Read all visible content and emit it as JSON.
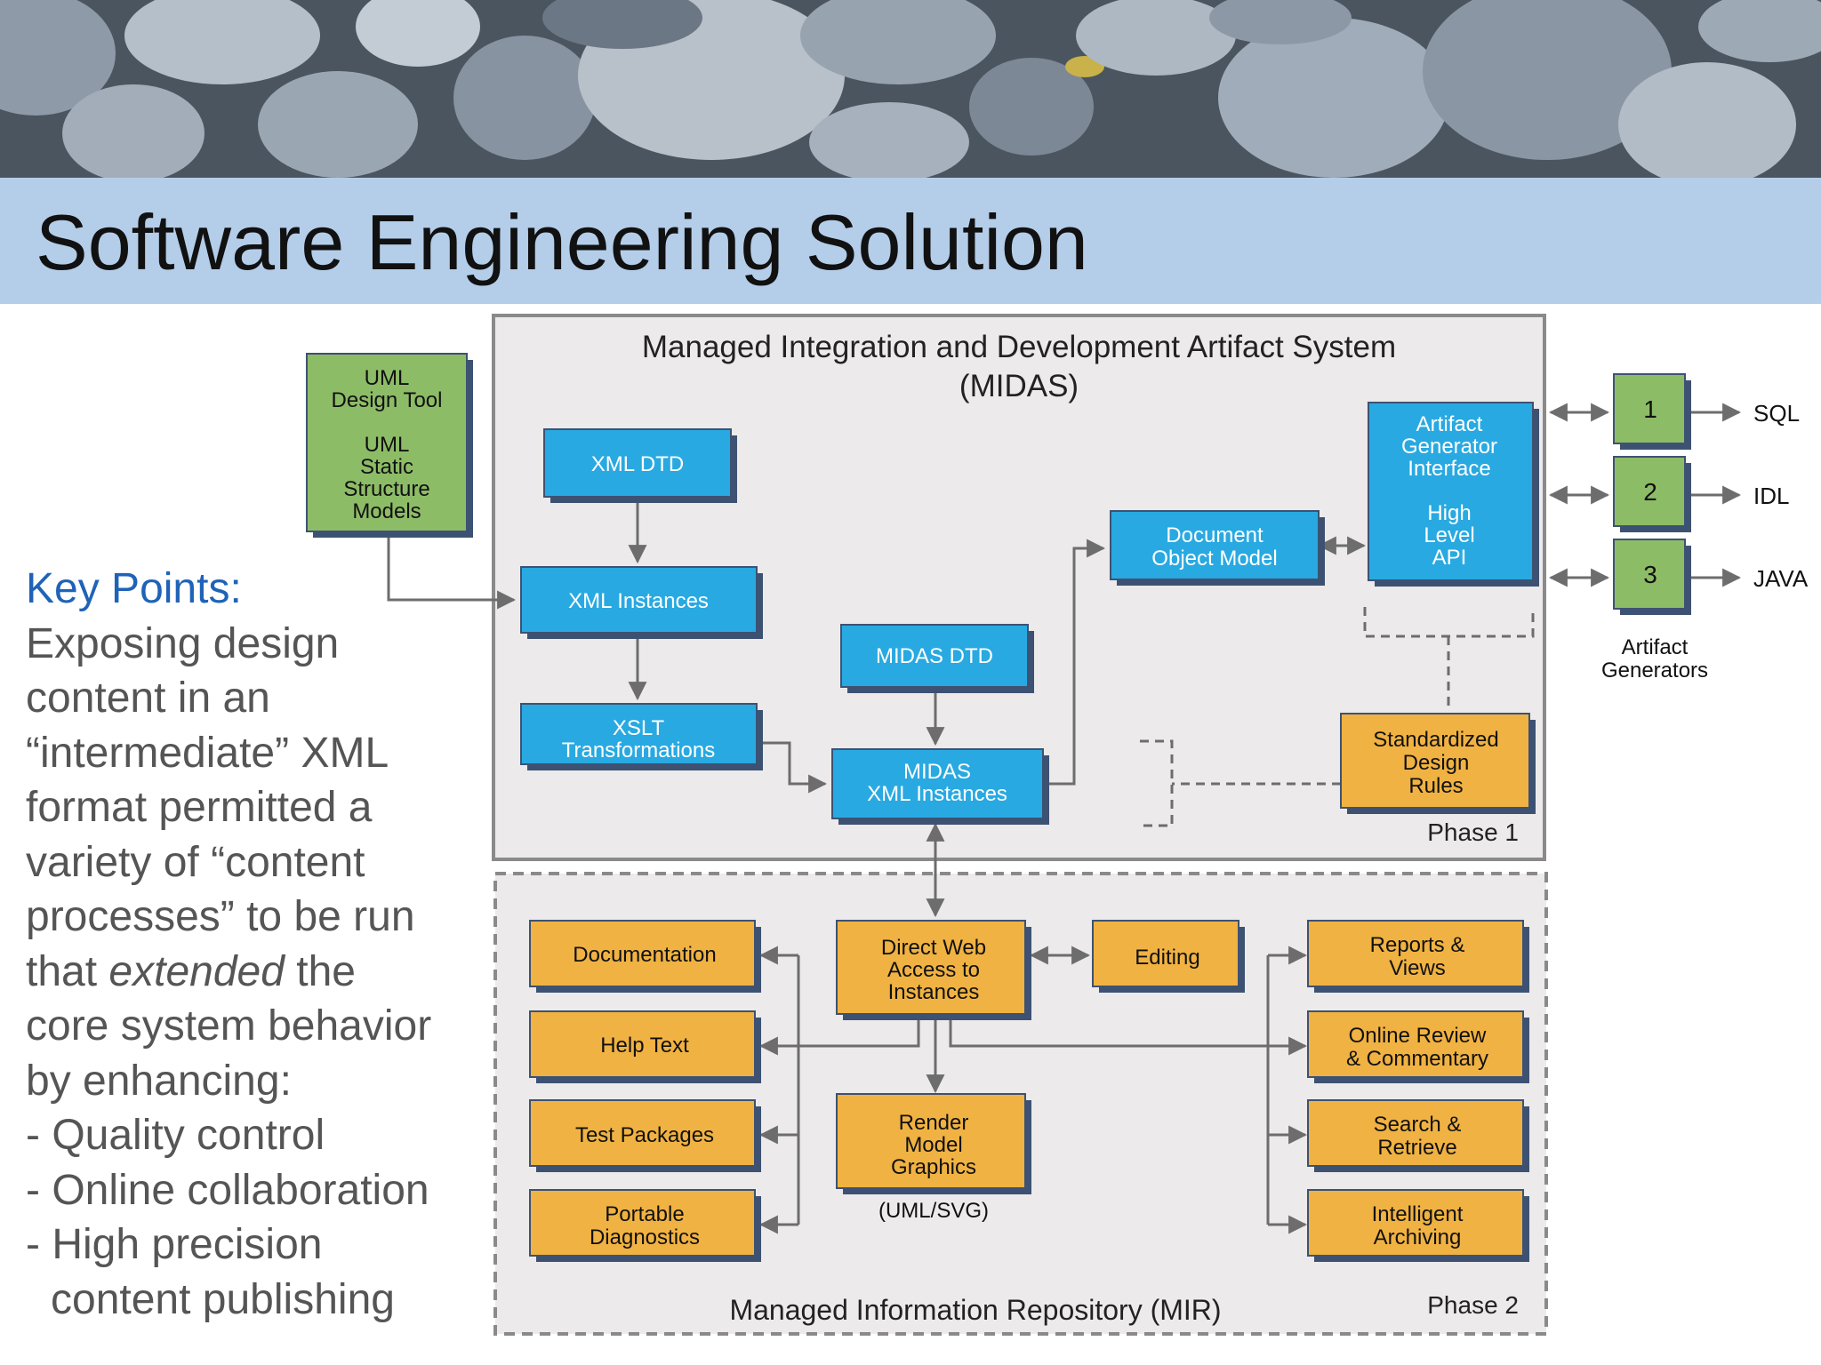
{
  "slide": {
    "title": "Software Engineering Solution"
  },
  "key_points": {
    "heading": "Key Points:",
    "lines_a": [
      "Exposing design",
      "content in an",
      "“intermediate” XML",
      "format permitted a",
      "variety of “content",
      "processes” to be run",
      "that"
    ],
    "emph": "extended",
    "after_emph": " the",
    "lines_b": [
      "core system behavior",
      "by enhancing:"
    ],
    "bullets": [
      "- Quality control",
      "- Online collaboration",
      "- High precision"
    ],
    "bullet_cont": "content publishing"
  },
  "diagram": {
    "midas_title": [
      "Managed Integration and Development Artifact System",
      "(MIDAS)"
    ],
    "mir_title": "Managed Information Repository (MIR)",
    "phase1": "Phase 1",
    "phase2": "Phase 2",
    "uml_tool": [
      "UML",
      "Design Tool",
      "",
      "UML",
      "Static",
      "Structure",
      "Models"
    ],
    "xml_dtd": "XML DTD",
    "xml_instances": "XML Instances",
    "xslt": [
      "XSLT",
      "Transformations"
    ],
    "midas_dtd": "MIDAS DTD",
    "midas_xml": [
      "MIDAS",
      "XML Instances"
    ],
    "dom": [
      "Document",
      "Object Model"
    ],
    "agi": [
      "Artifact",
      "Generator",
      "Interface",
      "",
      "High",
      "Level",
      "API"
    ],
    "std_rules": [
      "Standardized",
      "Design",
      "Rules"
    ],
    "generators": [
      {
        "num": "1",
        "label": "SQL"
      },
      {
        "num": "2",
        "label": "IDL"
      },
      {
        "num": "3",
        "label": "JAVA"
      }
    ],
    "generators_caption": [
      "Artifact",
      "Generators"
    ],
    "direct_web": [
      "Direct Web",
      "Access to",
      "Instances"
    ],
    "editing": "Editing",
    "render": [
      "Render",
      "Model",
      "Graphics"
    ],
    "render_caption": "(UML/SVG)",
    "left_outputs": [
      [
        "Documentation"
      ],
      [
        "Help Text"
      ],
      [
        "Test Packages"
      ],
      [
        "Portable",
        "Diagnostics"
      ]
    ],
    "right_outputs": [
      [
        "Reports &",
        "Views"
      ],
      [
        "Online Review",
        "& Commentary"
      ],
      [
        "Search &",
        "Retrieve"
      ],
      [
        "Intelligent",
        "Archiving"
      ]
    ]
  },
  "colors": {
    "blue_box": "#29a9e1",
    "orange_box": "#f0b242",
    "green_box": "#8dbc67",
    "box_border": "#3d5273",
    "title_band": "#b4cde9",
    "key_points_heading": "#1f63b8"
  }
}
